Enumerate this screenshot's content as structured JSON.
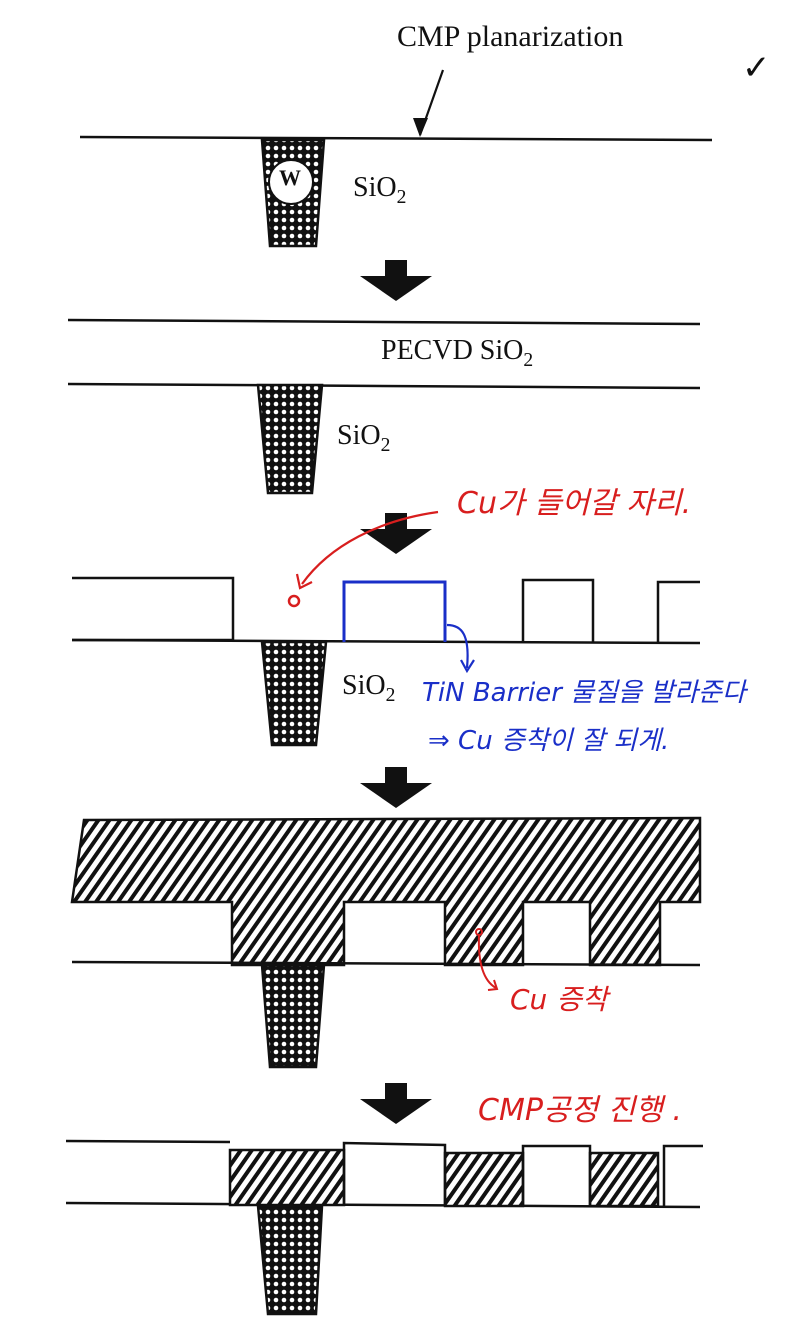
{
  "title": "Damascene Cu interconnect process (CMP) steps",
  "check_mark": "✓",
  "steps": [
    {
      "id": 1,
      "labels": {
        "top_annotation": "CMP planarization",
        "plug": "W",
        "oxide_main": "SiO",
        "oxide_sub": "2"
      }
    },
    {
      "id": 2,
      "labels": {
        "pecvd_main": "PECVD SiO",
        "pecvd_sub": "2",
        "oxide_main": "SiO",
        "oxide_sub": "2"
      }
    },
    {
      "id": 3,
      "labels": {
        "oxide_main": "SiO",
        "oxide_sub": "2"
      },
      "annotations": {
        "red_note": "Cu가 들어갈 자리.",
        "blue_note_line1": "TiN Barrier 물질을 발라준다",
        "blue_note_line2": "⇒ Cu 증착이 잘 되게."
      }
    },
    {
      "id": 4,
      "annotations": {
        "red_note": "Cu 증착"
      }
    },
    {
      "id": 5,
      "annotations": {
        "red_note": "CMP공정 진행 ."
      }
    }
  ],
  "colors": {
    "ink": "#111111",
    "annotation_red": "#d81e1e",
    "annotation_blue": "#1a2fc8",
    "background": "#ffffff"
  }
}
